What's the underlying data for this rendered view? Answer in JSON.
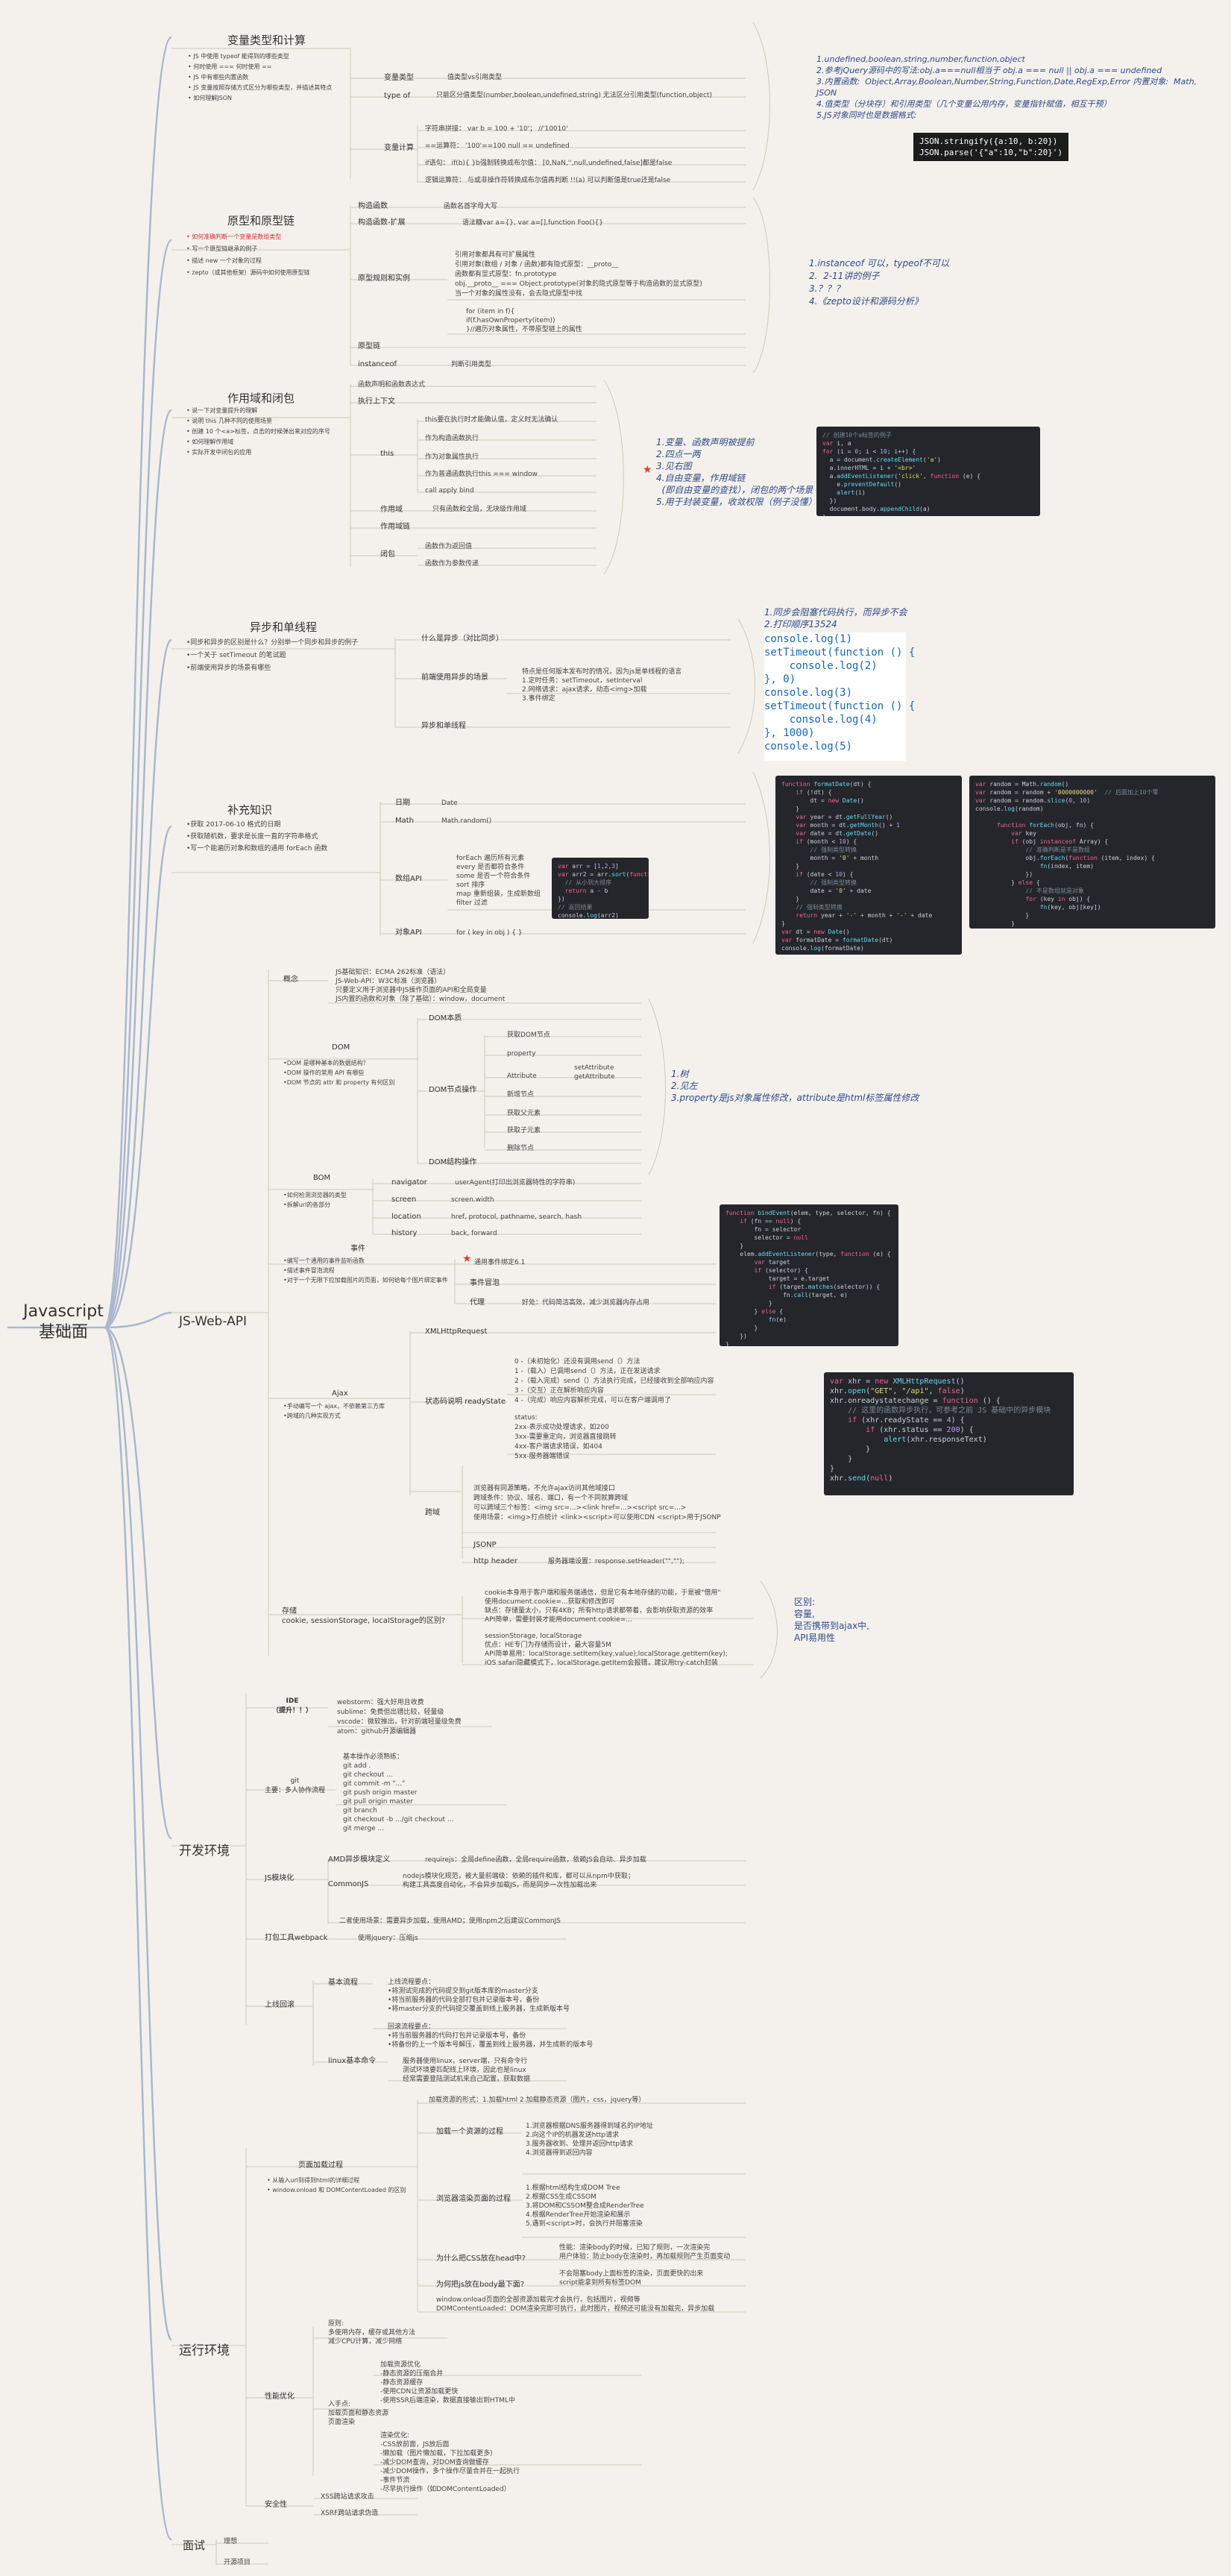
{
  "root": {
    "line1": "Javascript",
    "line2": "基础面"
  },
  "branches": {
    "types": {
      "title": "变量类型和计算",
      "qs": [
        "• JS 中使用 typeof 能得到的哪些类型",
        "• 何时使用 === 何时使用 ==",
        "• JS 中有哪些内置函数",
        "• JS 变量按照存储方式区分为哪些类型，并描述其特点",
        "• 如何理解JSON"
      ],
      "var_types": "变量类型",
      "val_ref": "值类型vs引用类型",
      "typeof": "type of",
      "typeof_desc": "只能区分值类型(number,boolean,undefined,string) 无法区分引用类型(function,object)",
      "calc": "变量计算",
      "calc_items": [
        "字符串拼接：  var b = 100 + '10'；  //'10010'",
        "==运算符：  '100'==100          null == undefined",
        "if语句：  if(b){  }b强制转换成布尔值：  [0,NaN,'',null,undefined,false]都是false",
        "逻辑运算符：  与或非操作符转换成布尔值再判断    !!(a)  可以判断值是true还是false"
      ],
      "notes": "1.undefined,boolean,string,number,function,object\n2.参考jQuery源码中的写法:obj.a===null相当于 obj.a === null || obj.a === undefined\n3.内置函数:  Object,Array,Boolean,Number,String,Function,Date,RegExp,Error 内置对象:  Math,  JSON\n4.值类型（分块存）和引用类型（几个变量公用内存，变量指针赋值，相互干预）\n5.JS对象同时也是数据格式:",
      "json1": "JSON.stringify({a:10, b:20})",
      "json2": "JSON.parse('{\"a\":10,\"b\":20}')"
    },
    "proto": {
      "title": "原型和原型链",
      "qs": [
        "• 如何准确判断一个变量是数组类型",
        "• 写一个原型链继承的例子",
        "• 描述 new 一个对象的过程",
        "• zepto（或其他框架）源码中如何使用原型链"
      ],
      "ctor": "构造函数",
      "ctor_desc": "函数名首字母大写",
      "ctor_ext": "构造函数-扩展",
      "ctor_ext_desc": "语法糖var a={}, var a=[],function Foo(){}",
      "rules": "原型规则和实例",
      "rules_items": [
        "引用对象都具有可扩展属性",
        "引用对象(数组 / 对象 / 函数)都有隐式原型：__proto__",
        "函数都有显式原型：fn.prototype",
        "obj.__proto__ === Object.prototype(对象的隐式原型等于构造函数的显式原型)",
        "当一个对象的属性没有，会去隐式原型中找"
      ],
      "forin": [
        "for (item in f){",
        "   if(f.hasOwnProperty(item))",
        "}//遍历对象属性，不带原型链上的属性"
      ],
      "chain": "原型链",
      "instanceof": "instanceof",
      "instanceof_desc": "判断引用类型",
      "notes": "1.instanceof 可以，typeof不可以\n2.  2-11讲的例子\n3.？？？\n4.《zepto设计和源码分析》"
    },
    "scope": {
      "title": "作用域和闭包",
      "qs": [
        "• 说一下对变量提升的理解",
        "• 说明 this 几种不同的使用场景",
        "• 创建 10 个<a>标签，点击的时候弹出来对应的序号",
        "• 如何理解作用域",
        "• 实际开发中闭包的应用"
      ],
      "ctx": "执行上下文",
      "ctx_desc": "函数声明和函数表达式",
      "this": "this",
      "this_desc": "this要在执行时才能确认值，定义时无法确认",
      "this_items": [
        "作为构造函数执行",
        "作为对象属性执行",
        "作为普通函数执行this === window",
        "call apply bind"
      ],
      "scope": "作用域",
      "scope_desc": "只有函数和全局，无块级作用域",
      "scope_chain": "作用域链",
      "closure": "闭包",
      "closure_items": [
        "函数作为返回值",
        "函数作为参数传递"
      ],
      "notes": "1.变量、函数声明被提前\n2.四点一两\n3.见右图\n4.自由变量，作用域链\n  (即自由变量的查找），闭包的两个场景\n5.用于封装变量，收敛权限（例子没懂）"
    },
    "async": {
      "title": "异步和单线程",
      "qs": [
        "•同步和异步的区别是什么？分别举一个同步和异步的例子",
        "•一个关于 setTimeout 的笔试题",
        "•前端使用异步的场景有哪些"
      ],
      "what": "什么是异步（对比同步）",
      "scenes": "前端使用异步的场景",
      "scenes_items": [
        "特点是任何版本发布时的情况，因为js是单线程的语言",
        "1.定时任务：setTimeout，setInterval",
        "2.网络请求：ajax请求，动态<img>加载",
        "3.事件绑定"
      ],
      "single": "异步和单线程",
      "notes": "1.同步会阻塞代码执行，而异步不会\n2.打印顺序13524"
    },
    "extra": {
      "title": "补充知识",
      "qs": [
        "•获取 2017-06-10 格式的日期",
        "•获取随机数，要求是长度一直的字符串格式",
        "•写一个能遍历对象和数组的通用 forEach 函数"
      ],
      "date": "日期",
      "date_desc": "Date",
      "math": "Math",
      "math_desc": "Math.random()",
      "array": "数组API",
      "array_items": [
        "forEach 遍历所有元素",
        "every 是否都符合条件",
        "some 是否一个符合条件",
        "sort 排序",
        "map 重新组装，生成新数组",
        "filter 过滤"
      ],
      "object": "对象API",
      "object_desc": "for ( key in obj ) { }"
    },
    "web": {
      "title": "JS-Web-API",
      "overview": "概念",
      "overview_items": [
        "JS基础知识：ECMA 262标准（语法）",
        "JS-Web-API：W3C标准（浏览器）",
        "只要定义用于浏览器中JS操作页面的API和全局变量",
        "JS内置的函数和对象（除了基础）：window，document"
      ],
      "dom": "DOM",
      "dom_qs": [
        "•DOM 是哪种基本的数据结构？",
        "•DOM 操作的常用 API 有哪些",
        "•DOM 节点的 attr 和 property 有何区别"
      ],
      "dom_nature": "DOM本质",
      "dom_ops": "DOM节点操作",
      "dom_ops_items": [
        "获取DOM节点",
        "property",
        "Attribute",
        "新增节点",
        "获取父元素",
        "获取子元素",
        "删除节点"
      ],
      "attr_desc": "setAttribute\ngetAttribute",
      "dom_struct": "DOM结构操作",
      "dom_notes": "1.树\n2.见左\n3.property是js对象属性修改，attribute是html标签属性修改",
      "bom": "BOM",
      "bom_qs": [
        "•如何检测浏览器的类型",
        "•拆解url的各部分"
      ],
      "bom_items": [
        {
          "k": "navigator",
          "v": "userAgent(打印出浏览器特性的字符串)"
        },
        {
          "k": "screen",
          "v": "screen.width"
        },
        {
          "k": "location",
          "v": "href, protocol, pathname, search, hash"
        },
        {
          "k": "history",
          "v": "back, forward"
        }
      ],
      "event": "事件",
      "event_qs": [
        "•编写一个通用的事件监听函数",
        "•描述事件冒泡流程",
        "•对于一个无限下拉加载图片的页面，如何给每个图片绑定事件"
      ],
      "event_items": [
        "通用事件绑定6.1",
        "事件冒泡",
        "代理"
      ],
      "proxy_desc": "好处：代码简洁高效，减少浏览器内存占用",
      "ajax": "Ajax",
      "ajax_qs": [
        "•手动编写一个 ajax，不依赖第三方库",
        "•跨域的几种实现方式"
      ],
      "xhr": "XMLHttpRequest",
      "ready": "状态码说明 readyState",
      "ready_items": [
        "0 -（未初始化）还没有调用send（）方法",
        "1 -（载入）已调用send（）方法，正在发送请求",
        "2 -（载入完成）send（）方法执行完成，已经接收到全部响应内容",
        "3 -（交互）正在解析响应内容",
        "4 -（完成）响应内容解析完成，可以在客户端调用了"
      ],
      "status_items": [
        "status:",
        "2xx-表示成功处理请求，如200",
        "3xx-需要重定向，浏览器直接跳转",
        "4xx-客户端请求错误，如404",
        "5xx-服务器端错误"
      ],
      "cross": "跨域",
      "cross_items": [
        "浏览器有同源策略，不允许ajax访问其他域接口",
        "跨域条件：协议、域名、端口，有一个不同就算跨域",
        "可以跨域三个标签：<img src=...><link href=...><script src=...>",
        "使用场景：<img>打点统计  <link><script>可以使用CDN <script>用于JSONP"
      ],
      "jsonp": "JSONP",
      "header": "http header",
      "header_desc": "服务器端设置：response.setHeader(\"\",\"\");",
      "storage": "存储\ncookie, sessionStorage, localStorage的区别?",
      "cookie": "cookie本身用于客户端和服务端通信，但是它有本地存储的功能，于是被\"借用\"\n使用document.cookie=...获取和修改即可\n缺点：存储量太小，只有4KB；所有http请求都带着，会影响获取资源的效率\nAPI简单，需要封装才能用document.cookie=...",
      "local": "sessionStorage, localStorage\n优点：HE专门为存储而设计，最大容量5M\nAPI简单易用：localStorage.setItem(key,value);localStorage.getItem(key);\niOS safari隐藏模式下，localStorage.getItem会报错，建议用try-catch封装",
      "storage_notes": "区别:\n容量,\n是否携带到ajax中,\nAPI易用性"
    },
    "dev": {
      "title": "开发环境",
      "ide": "IDE\n（提升！！）",
      "ide_items": [
        "webstorm：强大好用且收费",
        "sublime：免费但出错比较，轻量级",
        "vscode：微软推出，针对前端轻量级免费",
        "atom：github开源编辑器"
      ],
      "git": "git\n主要：多人协作流程",
      "git_items": [
        "基本操作必须熟练：",
        "git add .",
        "git checkout ...",
        "git commit -m \"...\"",
        "git push origin master",
        "git pull origin master",
        "git branch",
        "git checkout -b .../git checkout ...",
        "git merge ..."
      ],
      "module": "JS模块化",
      "amd": "AMD异步模块定义",
      "amd_desc": "requirejs：全局define函数，全局require函数，依赖JS会自动、异步加载",
      "cjs": "CommonJS",
      "cjs_desc": "nodejs模块化规范，被大量前端级：依赖的插件和库，都可以从npm中获取；\n构建工具高度自动化，不会异步加载JS，而是同步一次性加载出来",
      "cjs_more": "二者使用场景：需要异步加载，使用AMD；使用npm之后建议CommonJS",
      "pack": "打包工具webpack",
      "pack_desc": "使用jquery：压缩js",
      "deploy": "上线回滚",
      "basic": "基本流程",
      "basic_items": [
        "上线流程要点：",
        "•将测试完成的代码提交到git版本库的master分支",
        "•将当前服务器的代码全部打包并记录版本号，备份",
        "•将master分支的代码提交覆盖到线上服务器，生成新版本号",
        "",
        "回滚流程要点：",
        "•将当前服务器的代码打包并记录版本号，备份",
        "•将备份的上一个版本号解压，覆盖到线上服务器，并生成新的版本号"
      ],
      "linux": "linux基本命令",
      "linux_items": [
        "服务器使用linux，server端，只有命令行",
        "测试环境要匹配线上环境，因此也是linux",
        "经常需要登陆测试机来自己配置，获取数据"
      ]
    },
    "run": {
      "title": "运行环境",
      "load": "页面加载过程",
      "load_qs": [
        "• 从输入url到得到html的详细过程",
        "• window.onload 和 DOMContentLoaded 的区别"
      ],
      "load_forms": "加载资源的形式：1.加载html 2.加载静态资源（图片，css，jquery等）",
      "load_one": "加载一个资源的过程",
      "load_one_items": [
        "1.浏览器根据DNS服务器得到域名的IP地址",
        "2.向这个IP的机器发送http请求",
        "3.服务器收到、处理并返回http请求",
        "4.浏览器得到返回内容"
      ],
      "render": "浏览器渲染页面的过程",
      "render_items": [
        "1.根据html结构生成DOM Tree",
        "2.根据CSS生成CSSOM",
        "3.将DOM和CSSOM整合成RenderTree",
        "4.根据RenderTree开始渲染和展示",
        "5.遇到<script>时，会执行并阻塞渲染"
      ],
      "why_css": "为什么把CSS放在head中?",
      "why_css_desc": "性能：渲染body的时候，已知了规则，一次渲染完\n用户体验：防止body在渲染时，再加载规则产生页面变动",
      "why_js": "为何把js放在body最下面?",
      "why_js_desc": "不会阻塞body上面标签的渲染，页面更快的出来\nscript能拿到所有标签DOM",
      "onload": "window.onload页面的全部资源加载完才会执行，包括图片，视频等\nDOMContentLoaded：DOM渲染完即可执行，此时图片，视频还可能没有加载完，异步加载",
      "perf": "性能优化",
      "perf_principle": "原则:\n多使用内存，缓存或其他方法\n减少CPU计算，减少网络",
      "perf_load": "加载资源优化\n-静态资源的压缩合并\n-静态资源缓存\n-使用CDN让资源加载更快\n-使用SSR后端渲染，数据直接输出到HTML中",
      "perf_entry": "入手点:\n加载页面和静态资源\n页面渲染",
      "perf_render": "渲染优化:\n-CSS放前面，JS放后面\n-懒加载（图片懒加载，下拉加载更多）\n-减少DOM查询，对DOM查询做缓存\n-减少DOM操作，多个操作尽量合并在一起执行\n-事件节流\n-尽早执行操作（如DOMContentLoaded）",
      "security": "安全性",
      "sec_items": [
        "XSS跨站请求攻击",
        "XSRF跨站请求伪造"
      ]
    },
    "interview": {
      "title": "面试",
      "items": [
        "理想",
        "开源项目"
      ]
    }
  },
  "colors": {
    "wire": "#a9b7d0",
    "wire_light": "#c8ccb4",
    "note": "#2e4a8c"
  }
}
